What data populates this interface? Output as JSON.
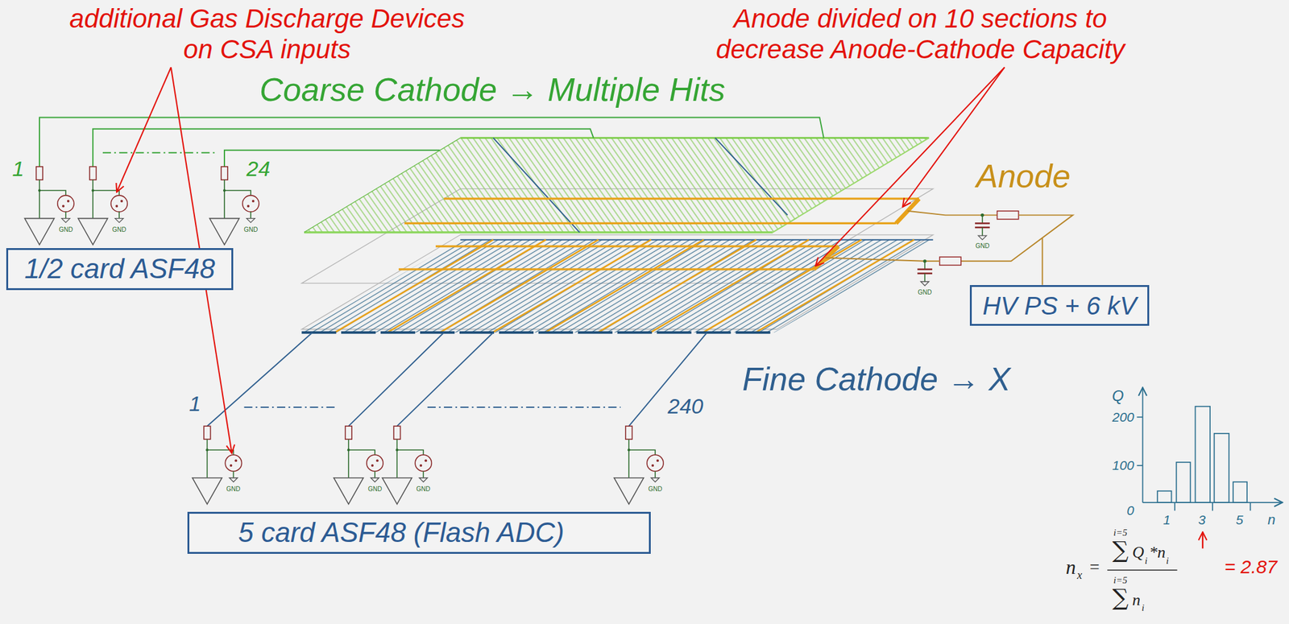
{
  "diagram": {
    "nodes": [
      {
        "text": [
          "1/2 card  ASF48"
        ]
      },
      {
        "text": [
          "HV PS + 6 kV"
        ]
      },
      {
        "text": [
          "5 card  ASF48 (Flash ADC)"
        ]
      }
    ],
    "labels": [
      "additional Gas Discharge Devices on CSA inputs",
      "Anode divided on 10 sections to decrease Anode-Cathode Capacity",
      "Coarse Cathode → Multiple Hits",
      "1",
      "24",
      "Anode",
      "Fine Cathode → X",
      "1",
      "240",
      "GND",
      "GND",
      "GND",
      "GND",
      "GND",
      "GND",
      "GND",
      "GND",
      "GND",
      "Q",
      "200",
      "100",
      "0",
      "1",
      "3",
      "5",
      "n",
      "n",
      "x",
      "=",
      "i=5",
      "∑",
      "Q",
      "i",
      "*n",
      "i",
      "i=5",
      "∑",
      "n",
      "i",
      "= 2.87"
    ]
  }
}
